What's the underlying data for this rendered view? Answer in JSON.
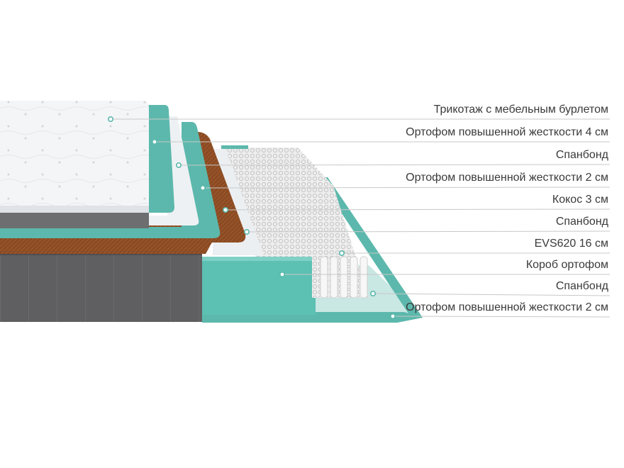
{
  "diagram": {
    "layers": [
      {
        "id": "knit-cover",
        "label": "Трикотаж с мебельным бурлетом"
      },
      {
        "id": "orthofoam-4",
        "label": "Ортофом повышенной жесткости 4 см"
      },
      {
        "id": "spunbond-1",
        "label": "Спанбонд"
      },
      {
        "id": "orthofoam-2-top",
        "label": "Ортофом повышенной жесткости 2 см"
      },
      {
        "id": "coconut-3",
        "label": "Кокос 3 см"
      },
      {
        "id": "spunbond-2",
        "label": "Спанбонд"
      },
      {
        "id": "evs620",
        "label": "EVS620 16 см"
      },
      {
        "id": "orthofoam-box",
        "label": "Короб ортофом"
      },
      {
        "id": "spunbond-3",
        "label": "Спанбонд"
      },
      {
        "id": "orthofoam-2-bottom",
        "label": "Ортофом повышенной жесткости 2 см"
      }
    ],
    "colors": {
      "teal": "#5cb8ac",
      "coconut": "#8a4a22",
      "cover": "#f3f4f6",
      "grey_side": "#5d5d5f",
      "spring": "#f2f2f2",
      "line": "#c8c8c8",
      "dot": "#5cb8ac"
    }
  }
}
